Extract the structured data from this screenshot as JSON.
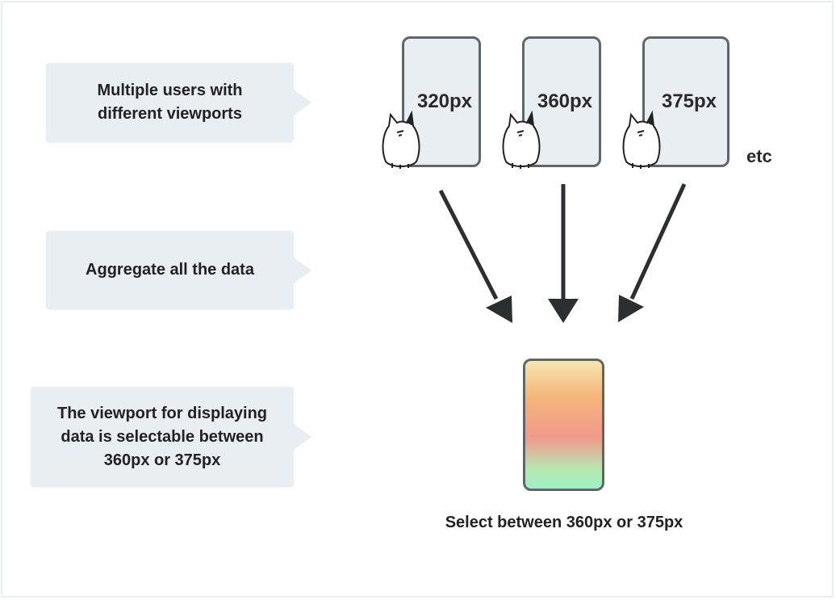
{
  "bubbles": {
    "users": "Multiple users with\ndifferent viewports",
    "aggregate": "Aggregate all the data",
    "selectable": "The viewport for displaying\ndata is selectable between\n360px or 375px"
  },
  "devices": [
    {
      "label": "320px"
    },
    {
      "label": "360px"
    },
    {
      "label": "375px"
    }
  ],
  "etc_label": "etc",
  "caption": "Select between 360px or 375px",
  "colors": {
    "bubble_bg": "#e9eef2",
    "device_border": "#5f666b",
    "arrow": "#2c2f30",
    "result_gradient": [
      "#f8e6b0",
      "#f4b57a",
      "#f19a8c",
      "#9ef0c6"
    ]
  }
}
